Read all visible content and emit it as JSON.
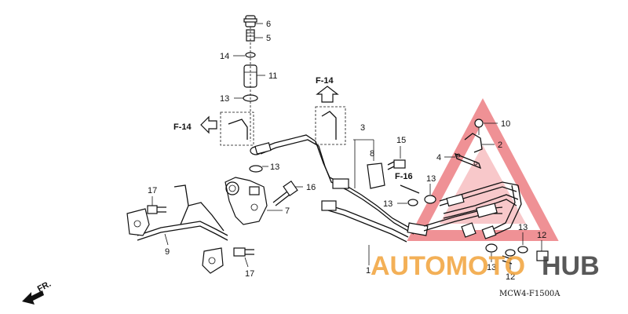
{
  "callouts": {
    "c6": "6",
    "c5": "5",
    "c14": "14",
    "c11": "11",
    "c13a": "13",
    "c13b": "13",
    "c16a": "16",
    "c7": "7",
    "c17a": "17",
    "c9": "9",
    "c17b": "17",
    "c3": "3",
    "c8": "8",
    "c15": "15",
    "c13c": "13",
    "c13d": "13",
    "c1": "1",
    "c10": "10",
    "c2": "2",
    "c4": "4",
    "c13e": "13",
    "c12a": "12",
    "c13f": "13",
    "c12b": "12"
  },
  "refs": {
    "f14_left": "F-14",
    "f14_top": "F-14",
    "f16": "F-16",
    "fr": "FR."
  },
  "diagram_code": "MCW4-F1500A",
  "watermark": {
    "text_auto": "AUTOMOTO",
    "text_hub": "HUB",
    "color_orange": "#f2a33a",
    "color_dark": "#3b3b3b",
    "triangle_color": "#e3383f"
  }
}
